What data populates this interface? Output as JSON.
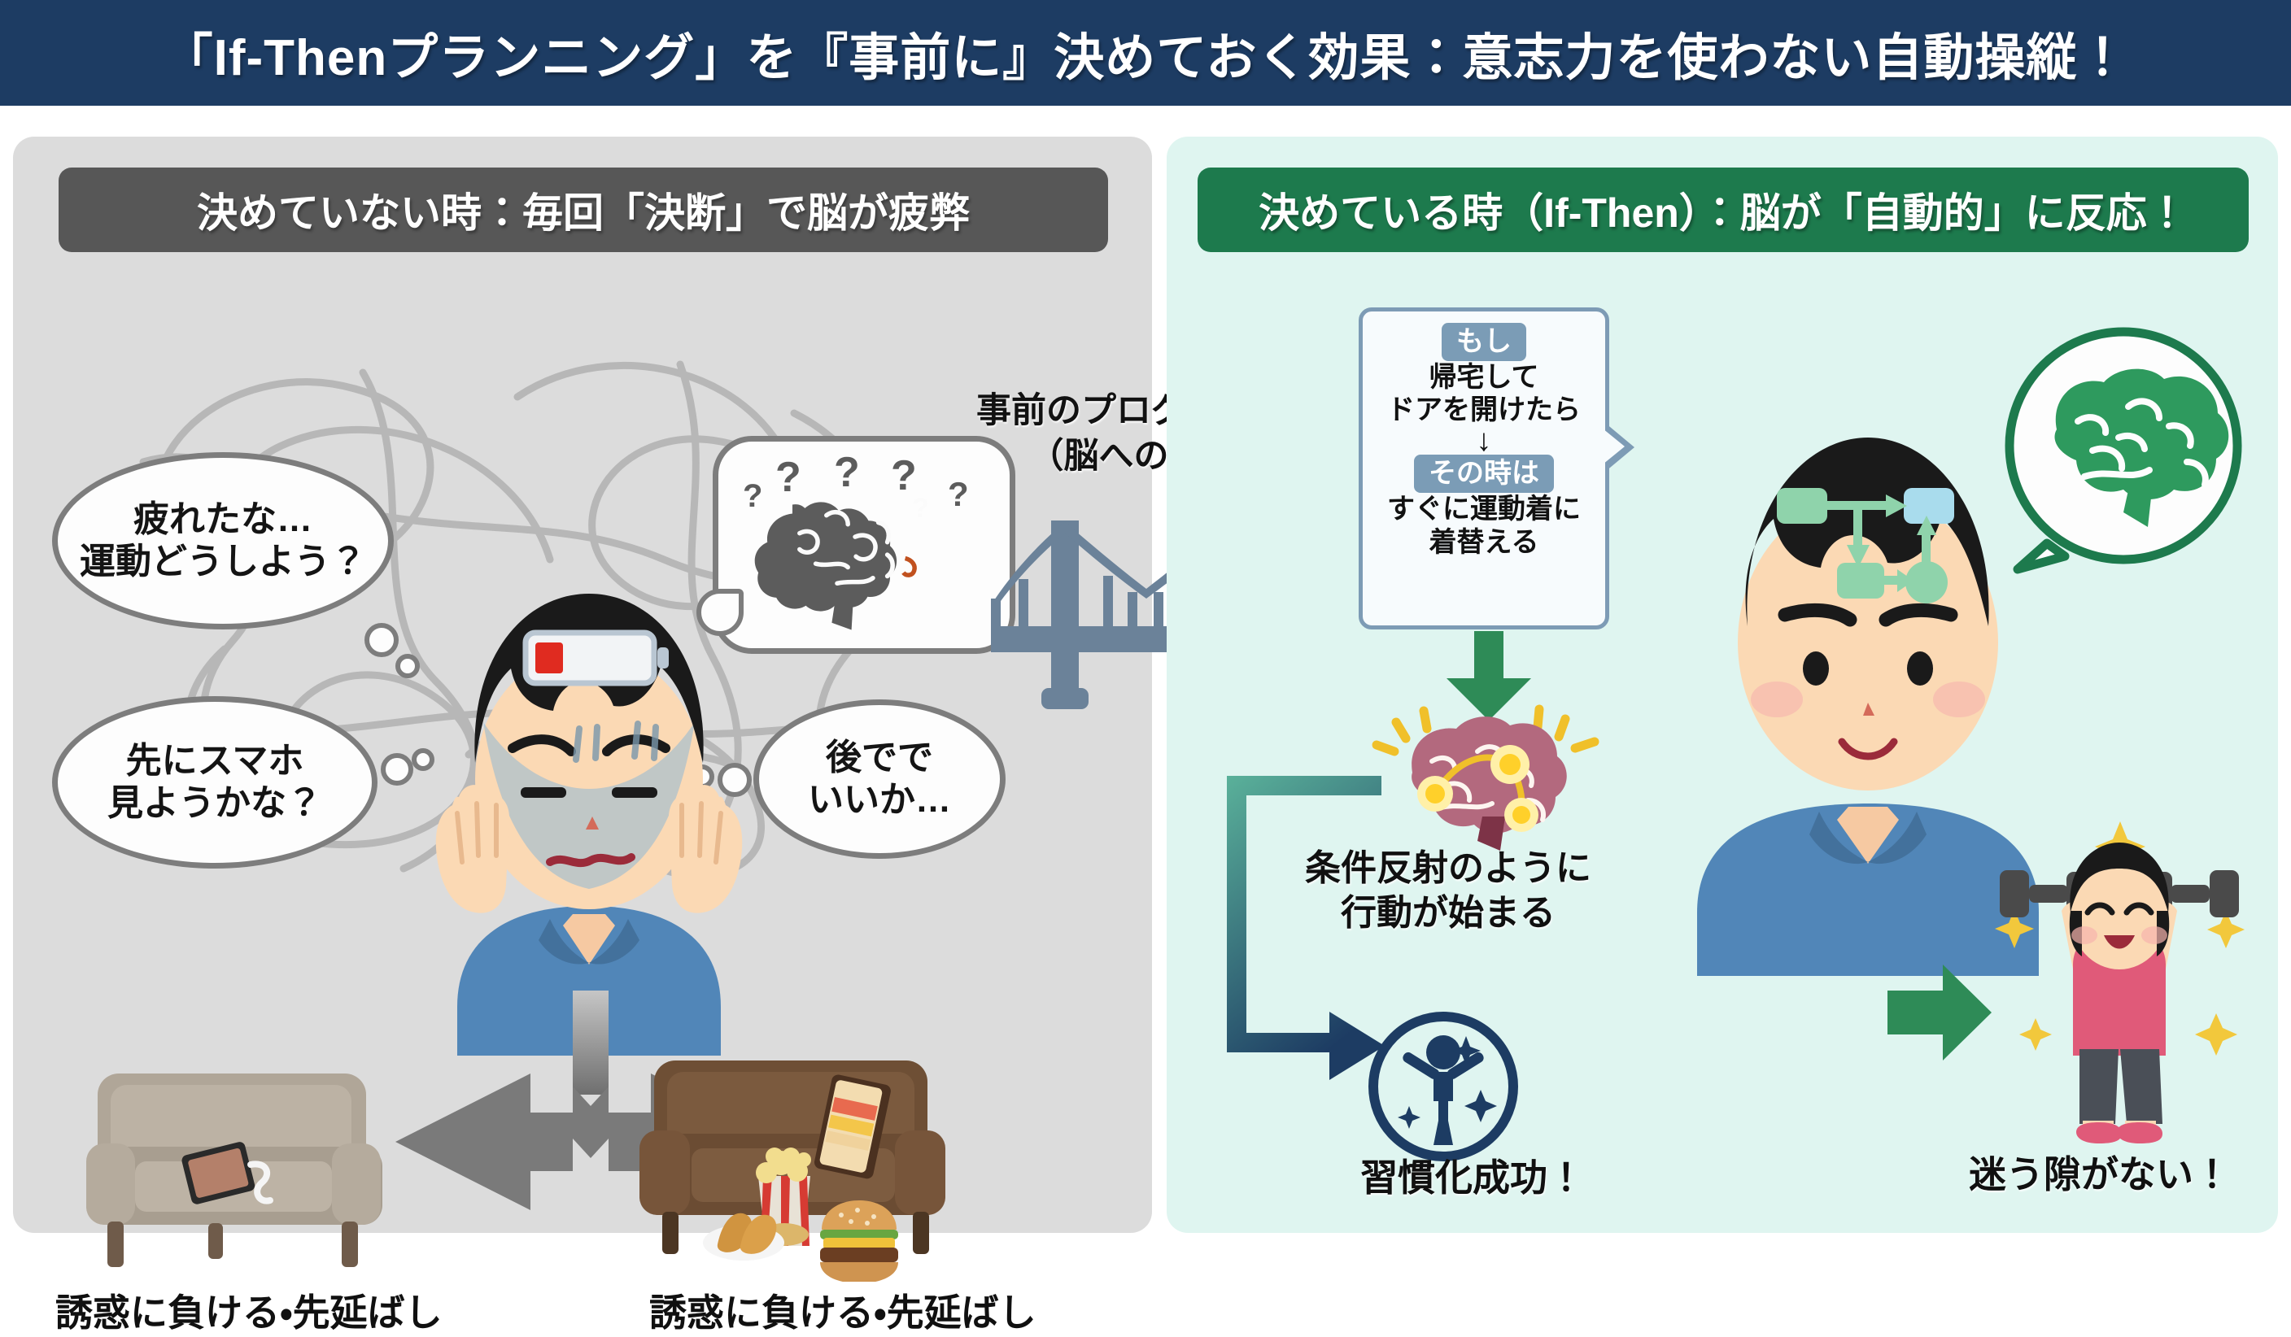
{
  "title": "「If-Thenプランニング」を『事前に』決めておく効果：意志力を使わない自動操縦！",
  "colors": {
    "title_bar": "#1d3c63",
    "panel_left_bg": "#dcdcdc",
    "panel_right_bg": "#dff5f0",
    "header_left_bg": "#575757",
    "header_right_bg": "#1d7a4d",
    "accent_green": "#2e8b57",
    "accent_navy": "#1d3c63",
    "bridge_slate": "#6b8299",
    "chip_blue": "#7b9cb6",
    "arrow_grey": "#7a7a7a"
  },
  "left_panel": {
    "header": "決めていない時：毎回「決断」で脳が疲弊",
    "bubbles": [
      {
        "name": "bubble-tired",
        "lines": [
          "疲れたな…",
          "運動どうしよう？"
        ]
      },
      {
        "name": "bubble-phone",
        "lines": [
          "先にスマホ",
          "見ようかな？"
        ]
      },
      {
        "name": "bubble-later",
        "lines": [
          "後でで",
          "いいか…"
        ]
      }
    ],
    "thought_bubble_icon": "grey-brain-with-question-marks",
    "question_marks": [
      "?",
      "?",
      "?",
      "?",
      "?",
      "?"
    ],
    "character": {
      "name": "tired-man",
      "head_icon": "low-battery-icon",
      "pose": "holding-head"
    },
    "outcomes": [
      {
        "icon": "beige-sofa-with-tablet",
        "caption": "誘惑に負ける・先延ばし"
      },
      {
        "icon": "brown-sofa-with-junk-food",
        "caption": "誘惑に負ける・先延ばし"
      }
    ]
  },
  "center": {
    "label_lines": [
      "事前のプログラミング",
      "（脳への予約）"
    ],
    "icon": "suspension-bridge-icon"
  },
  "right_panel": {
    "header": "決めている時（If-Then）：脳が「自動的」に反応！",
    "if_then_card": {
      "if_chip": "もし",
      "if_lines": [
        "帰宅して",
        "ドアを開けたら"
      ],
      "connector": "↓",
      "then_chip": "その時は",
      "then_lines": [
        "すぐに運動着に",
        "着替える"
      ]
    },
    "character": {
      "name": "calm-man",
      "head_icon": "green-flowchart-icon",
      "thought_bubble_icon": "green-brain-icon",
      "pose": "relaxed-smiling"
    },
    "reflex": {
      "icon": "firing-brain-icon",
      "caption_lines": [
        "条件反射のように",
        "行動が始まる"
      ]
    },
    "outcomes": [
      {
        "icon": "celebrating-person-badge-icon",
        "caption": "習慣化成功！"
      },
      {
        "icon": "woman-lifting-dumbbells-icon",
        "caption": "迷う隙がない！"
      }
    ]
  }
}
